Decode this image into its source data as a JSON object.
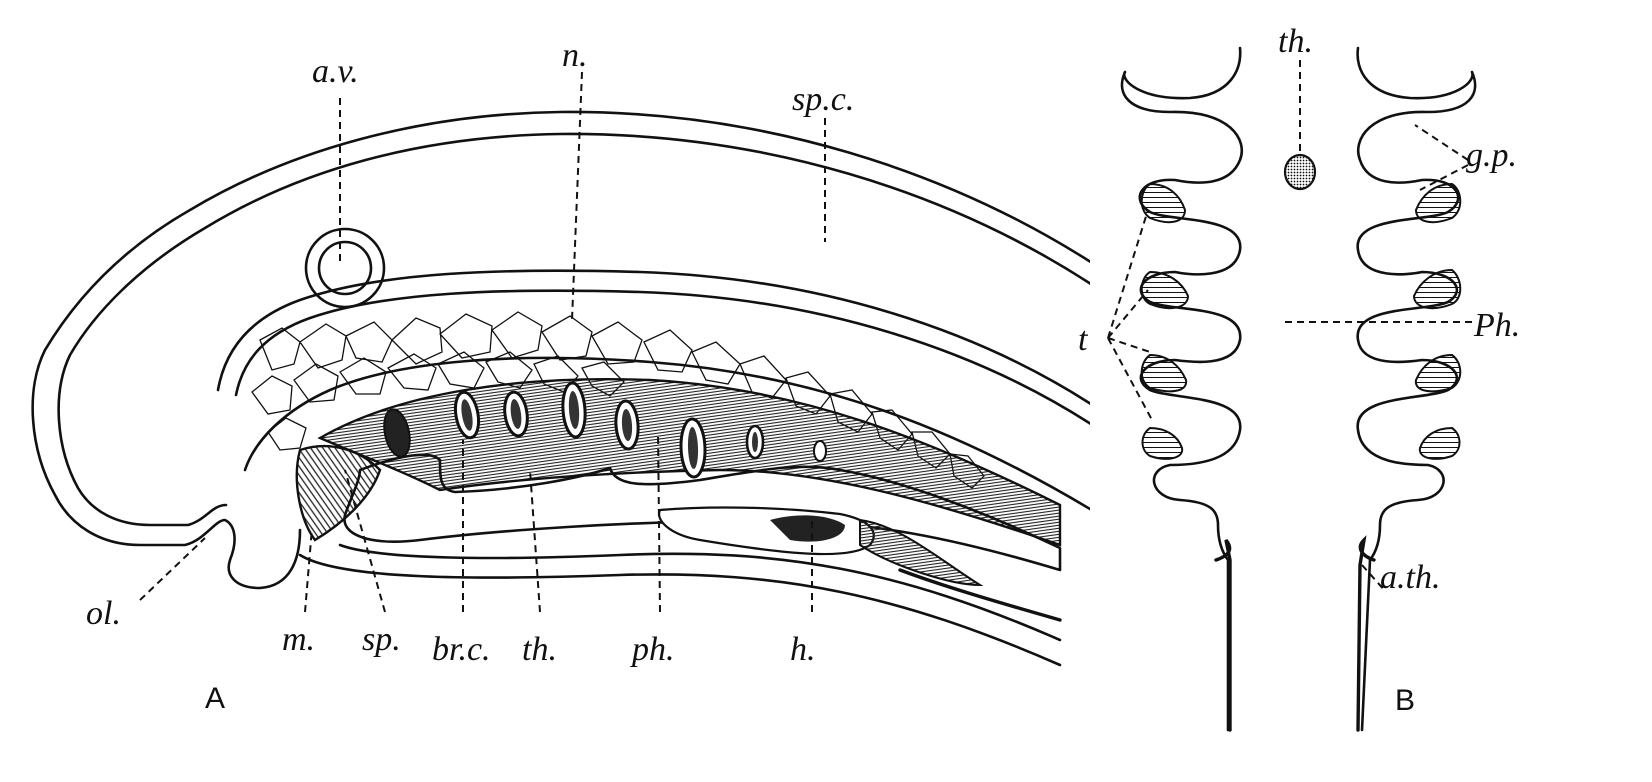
{
  "panels": {
    "a": "A",
    "b": "B"
  },
  "labels_a": {
    "av": "a.v.",
    "n": "n.",
    "spc": "sp.c.",
    "ol": "ol.",
    "m": "m.",
    "sp": "sp.",
    "brc": "br.c.",
    "th": "th.",
    "ph": "ph.",
    "h": "h."
  },
  "labels_b": {
    "th": "th.",
    "gp": "g.p.",
    "t": "t",
    "Ph": "Ph.",
    "ath": "a.th."
  }
}
